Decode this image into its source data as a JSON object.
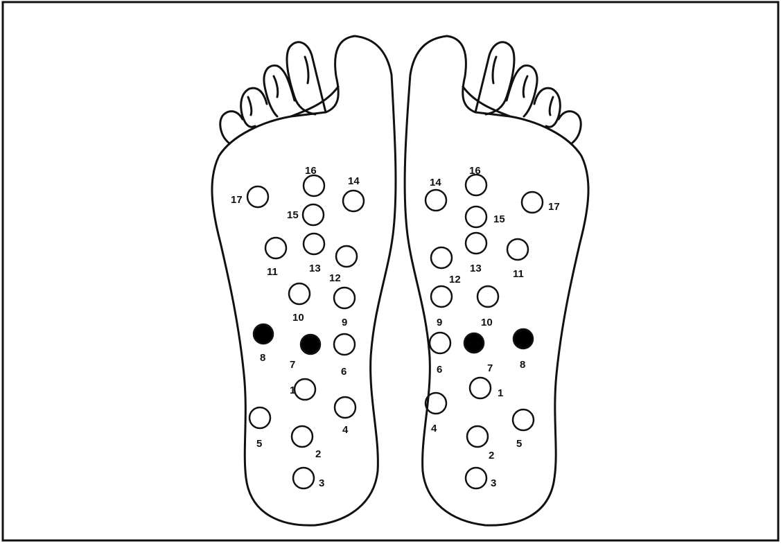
{
  "figure": {
    "left_foot": {
      "points": [
        {
          "label": "1",
          "filled": false
        },
        {
          "label": "2",
          "filled": false
        },
        {
          "label": "3",
          "filled": false
        },
        {
          "label": "4",
          "filled": false
        },
        {
          "label": "5",
          "filled": false
        },
        {
          "label": "6",
          "filled": false
        },
        {
          "label": "7",
          "filled": true
        },
        {
          "label": "8",
          "filled": true
        },
        {
          "label": "9",
          "filled": false
        },
        {
          "label": "10",
          "filled": false
        },
        {
          "label": "11",
          "filled": false
        },
        {
          "label": "12",
          "filled": false
        },
        {
          "label": "13",
          "filled": false
        },
        {
          "label": "14",
          "filled": false
        },
        {
          "label": "15",
          "filled": false
        },
        {
          "label": "16",
          "filled": false
        },
        {
          "label": "17",
          "filled": false
        }
      ]
    },
    "right_foot": {
      "points": [
        {
          "label": "1",
          "filled": false
        },
        {
          "label": "2",
          "filled": false
        },
        {
          "label": "3",
          "filled": false
        },
        {
          "label": "4",
          "filled": false
        },
        {
          "label": "5",
          "filled": false
        },
        {
          "label": "6",
          "filled": false
        },
        {
          "label": "7",
          "filled": true
        },
        {
          "label": "8",
          "filled": true
        },
        {
          "label": "9",
          "filled": false
        },
        {
          "label": "10",
          "filled": false
        },
        {
          "label": "11",
          "filled": false
        },
        {
          "label": "12",
          "filled": false
        },
        {
          "label": "13",
          "filled": false
        },
        {
          "label": "14",
          "filled": false
        },
        {
          "label": "15",
          "filled": false
        },
        {
          "label": "16",
          "filled": false
        },
        {
          "label": "17",
          "filled": false
        }
      ]
    },
    "colors": {
      "stroke": "#111111",
      "fill": "#000000",
      "background": "#ffffff"
    }
  }
}
